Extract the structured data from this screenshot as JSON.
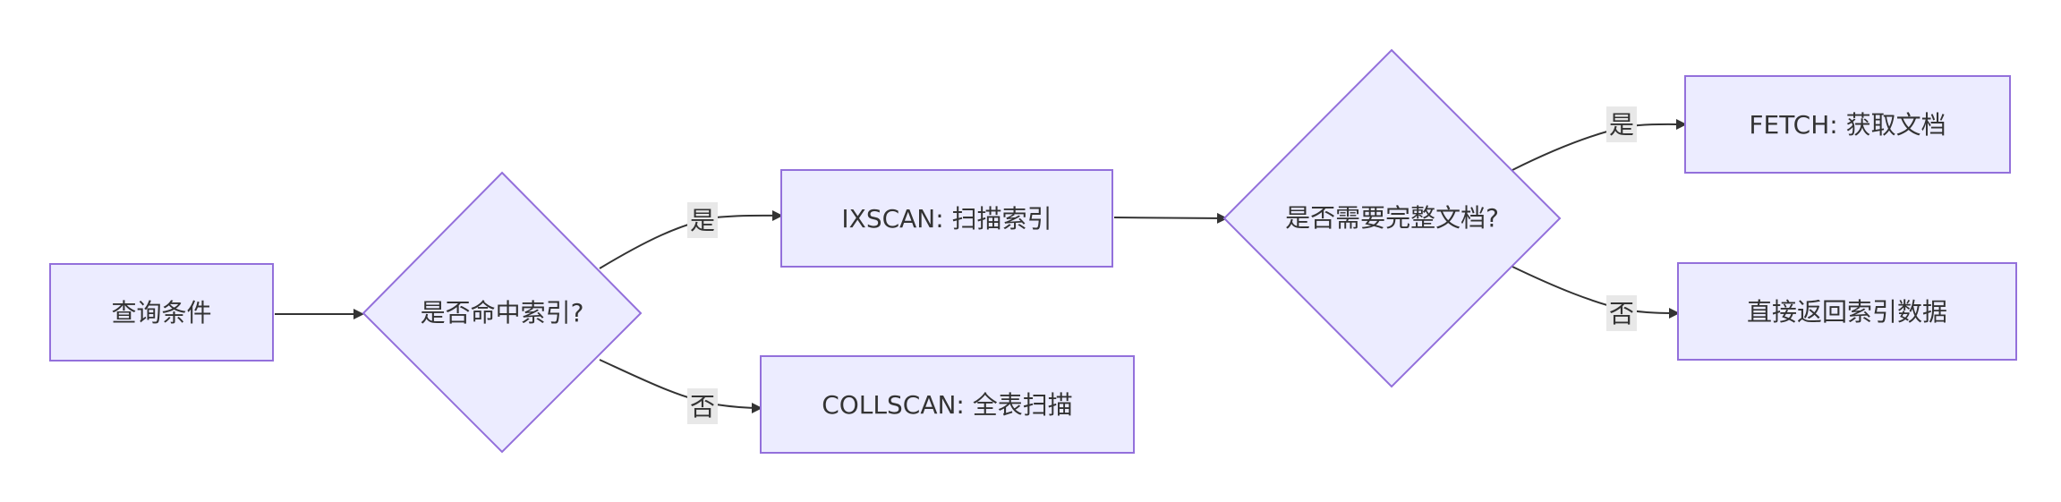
{
  "nodes": {
    "query_conditions": "查询条件",
    "index_hit_decision": "是否命中索引?",
    "ixscan": "IXSCAN: 扫描索引",
    "collscan": "COLLSCAN: 全表扫描",
    "need_full_doc_decision": "是否需要完整文档?",
    "fetch": "FETCH: 获取文档",
    "return_index_data": "直接返回索引数据"
  },
  "edges": {
    "index_hit_yes": "是",
    "index_hit_no": "否",
    "need_doc_yes": "是",
    "need_doc_no": "否"
  },
  "colors": {
    "node_fill": "#ececff",
    "node_stroke": "#9370db",
    "edge_stroke": "#333333",
    "label_bg": "#e8e8e8"
  }
}
